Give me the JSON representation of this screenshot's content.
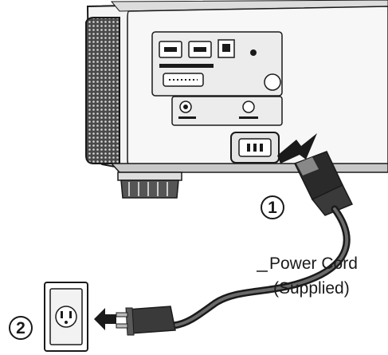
{
  "steps": {
    "first": "1",
    "second": "2"
  },
  "callout": {
    "line1": "Power Cord",
    "line2": "(Supplied)"
  },
  "colors": {
    "ink": "#1a1a1a",
    "body": "#f7f7f7",
    "shade": "#c8c8c8",
    "arrow": "#1a1a1a"
  }
}
